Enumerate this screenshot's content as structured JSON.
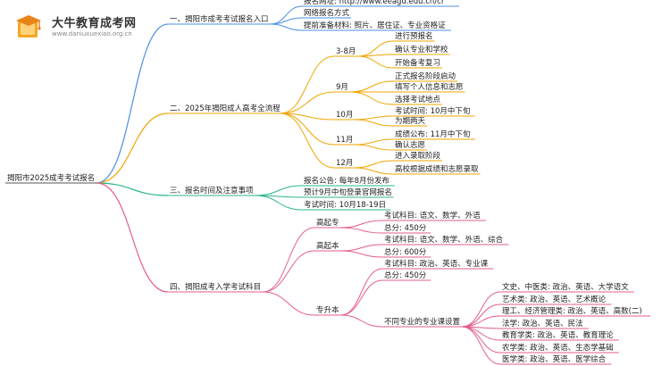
{
  "site": {
    "name": "大牛教育成考网",
    "url": "www.daniuxuexiao.org.cn"
  },
  "root": "揭阳市2025成考考试报名",
  "branches": [
    {
      "label": "一、揭阳市成考考试报名入口",
      "color": "#4a8fe6",
      "items": [
        "报名网址: http://www.eeagd.edu.cn/cr",
        "网络报名方式",
        "提前准备材料: 照片、居住证、专业资格证"
      ]
    },
    {
      "label": "二、2025年揭阳成人高考全流程",
      "color": "#f0a500",
      "groups": [
        {
          "label": "3-8月",
          "items": [
            "进行预报名",
            "确认专业和学校",
            "开始备考复习"
          ]
        },
        {
          "label": "9月",
          "items": [
            "正式报名阶段启动",
            "填写个人信息和志愿",
            "选择考试地点"
          ]
        },
        {
          "label": "10月",
          "items": [
            "考试时间: 10月中下旬",
            "为期两天"
          ]
        },
        {
          "label": "11月",
          "items": [
            "成绩公布: 11月中下旬",
            "确认志愿"
          ]
        },
        {
          "label": "12月",
          "items": [
            "进入录取阶段",
            "高校根据成绩和志愿录取"
          ]
        }
      ]
    },
    {
      "label": "三、报名时间及注意事项",
      "color": "#2bb58a",
      "items": [
        "报名公告: 每年8月份发布",
        "预计9月中旬登录官网报名",
        "考试时间: 10月18-19日"
      ]
    },
    {
      "label": "四、揭阳成考入学考试科目",
      "color": "#e55c8a",
      "groups": [
        {
          "label": "高起专",
          "items": [
            "考试科目: 语文、数学、外语",
            "总分: 450分"
          ]
        },
        {
          "label": "高起本",
          "items": [
            "考试科目: 语文、数学、外语、综合",
            "总分: 600分"
          ]
        },
        {
          "label": "专升本",
          "items": [
            "考试科目: 政治、英语、专业课",
            "总分: 450分"
          ],
          "sub": {
            "label": "不同专业的专业课设置",
            "items": [
              "文史、中医类: 政治、英语、大学语文",
              "艺术类: 政治、英语、艺术概论",
              "理工、经济管理类: 政治、英语、高数(二)",
              "法学: 政治、英语、民法",
              "教育学类: 政治、英语、教育理论",
              "农学类: 政治、英语、生态学基础",
              "医学类: 政治、英语、医学综合"
            ]
          }
        }
      ]
    }
  ]
}
